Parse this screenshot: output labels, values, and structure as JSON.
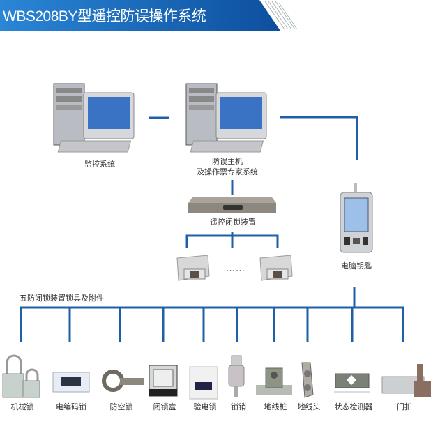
{
  "title": "WBS208BY型遥控防误操作系统",
  "colors": {
    "banner": "#1565b8",
    "line": "#1f5fa8"
  },
  "nodes": {
    "monitor_system": "监控系统",
    "host_line1": "防误主机",
    "host_line2": "及操作票专家系统",
    "remote_lock_device": "遥控闭锁装置",
    "ellipsis": "……",
    "computer_key": "电脑钥匙",
    "accessories_title": "五防闭锁装置锁具及附件"
  },
  "devices": [
    {
      "label": "机械锁",
      "icon": "padlock-icon"
    },
    {
      "label": "电编码锁",
      "icon": "code-lock-icon"
    },
    {
      "label": "防空锁",
      "icon": "air-lock-icon"
    },
    {
      "label": "闭锁盒",
      "icon": "lock-box-icon"
    },
    {
      "label": "验电锁",
      "icon": "test-lock-icon"
    },
    {
      "label": "锁销",
      "icon": "lock-pin-icon"
    },
    {
      "label": "地线桩",
      "icon": "ground-post-icon"
    },
    {
      "label": "地线头",
      "icon": "ground-head-icon"
    },
    {
      "label": "状态检测器",
      "icon": "state-detector-icon"
    },
    {
      "label": "门扣",
      "icon": "door-latch-icon"
    }
  ]
}
